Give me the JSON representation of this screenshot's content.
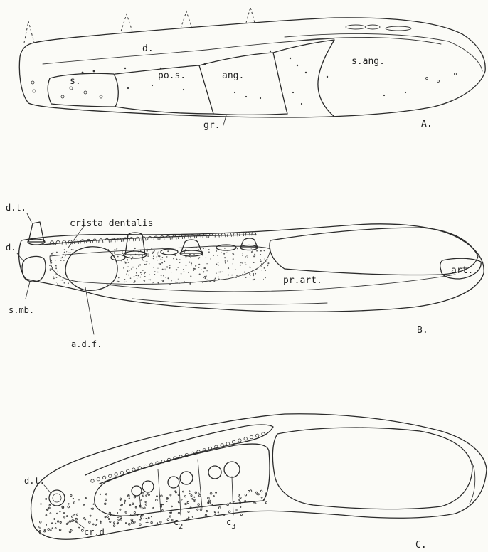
{
  "panels": {
    "A": {
      "letter": "A.",
      "labels": {
        "d": "d.",
        "s": "s.",
        "pos": "po.s.",
        "ang": "ang.",
        "sang": "s.ang.",
        "gr": "gr."
      }
    },
    "B": {
      "letter": "B.",
      "labels": {
        "dt": "d.t.",
        "crista": "crista dentalis",
        "d": "d.",
        "smb": "s.mb.",
        "adf": "a.d.f.",
        "prart": "pr.art.",
        "art": "art."
      }
    },
    "C": {
      "letter": "C.",
      "labels": {
        "dt": "d.t.",
        "crd": "cr.d.",
        "c": "c",
        "c1": "1",
        "c2": "2",
        "c3": "3"
      }
    }
  },
  "colors": {
    "ink": "#2a2a2a",
    "paper": "#fbfbf7"
  }
}
